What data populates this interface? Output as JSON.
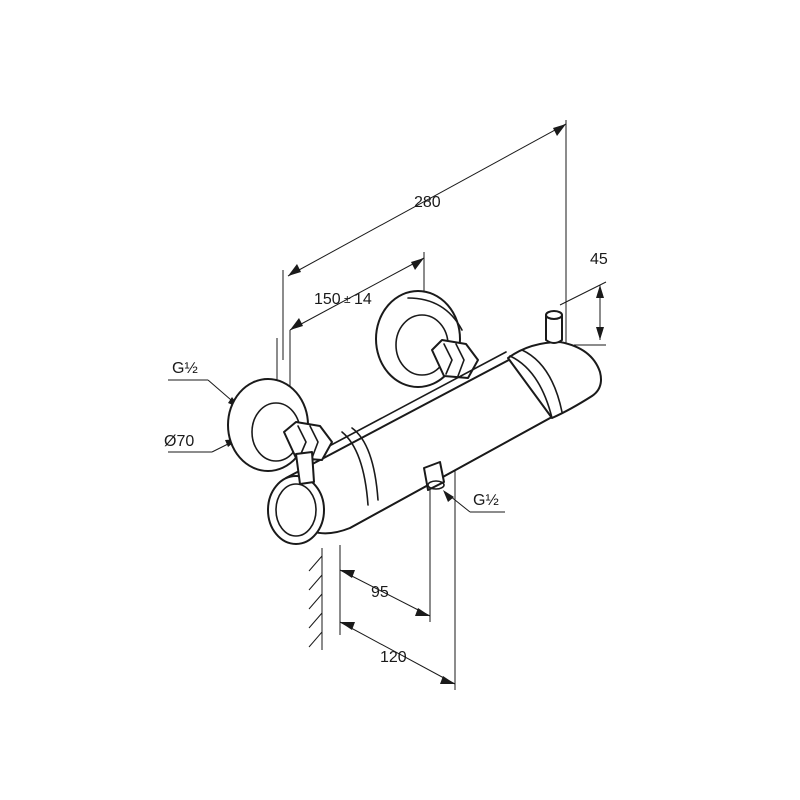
{
  "dimensions": {
    "overall_length": "280",
    "inlet_spacing": "150",
    "inlet_spacing_tolerance": "14",
    "knob_height": "45",
    "wall_to_outlet": "95",
    "wall_to_front": "120",
    "rosette_diameter": "Ø70"
  },
  "threads": {
    "inlet": "G½",
    "outlet": "G½"
  }
}
